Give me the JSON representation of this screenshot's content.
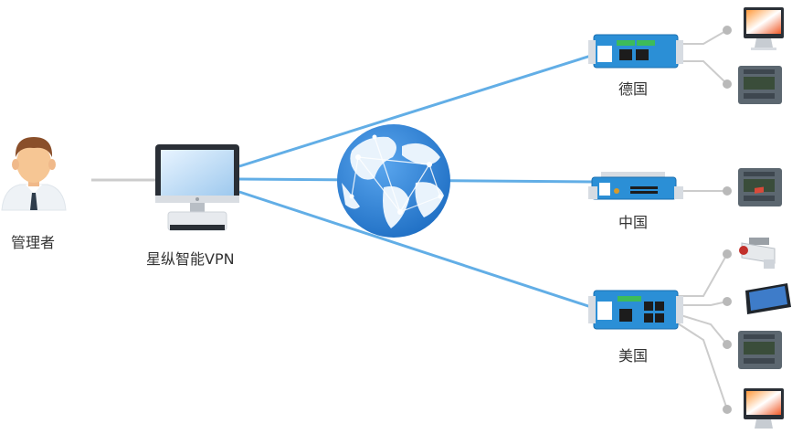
{
  "labels": {
    "admin": "管理者",
    "vpn": "星纵智能VPN",
    "germany": "德国",
    "china": "中国",
    "usa": "美国"
  },
  "colors": {
    "link_blue": "#62aee6",
    "link_gray": "#cccccc",
    "device_blue": "#2b8fd6",
    "globe_blue": "#3b8ad9",
    "node_gray": "#b9b9b9"
  },
  "icons": {
    "admin": "person-icon",
    "vpn": "monitor-icon",
    "internet": "globe-icon",
    "router": "router-icon",
    "computer": "imac-icon",
    "plc": "plc-icon",
    "camera": "cctv-camera-icon",
    "tablet": "tablet-icon"
  }
}
